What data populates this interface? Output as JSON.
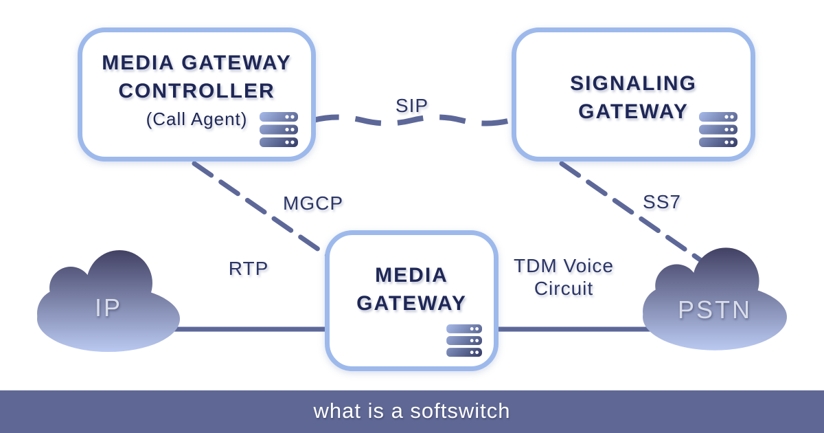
{
  "colors": {
    "background": "#ffffff",
    "box_border": "#9db9ec",
    "title_navy": "#1e2756",
    "label_navy": "#2b3566",
    "line": "#5d6899",
    "cloud_top": "#403f62",
    "cloud_bottom": "#bac9f1",
    "icon_grad_start": "#a9bcec",
    "icon_grad_end": "#2e355e",
    "cloud_label": "#d9dde9",
    "footer_bg": "#5f6894",
    "footer_text": "#ffffff"
  },
  "nodes": {
    "mgc": {
      "title1": "MEDIA GATEWAY",
      "title2": "CONTROLLER",
      "subtitle": "(Call Agent)",
      "icon": "server-icon"
    },
    "sg": {
      "title1": "SIGNALING",
      "title2": "GATEWAY",
      "icon": "server-icon"
    },
    "mg": {
      "title1": "MEDIA",
      "title2": "GATEWAY",
      "icon": "server-icon"
    }
  },
  "clouds": {
    "ip": {
      "label": "IP"
    },
    "pstn": {
      "label": "PSTN"
    }
  },
  "links": {
    "sip": {
      "label": "SIP",
      "style": "dashed",
      "from": "media-gateway-controller",
      "to": "signaling-gateway"
    },
    "mgcp": {
      "label": "MGCP",
      "style": "dashed",
      "from": "media-gateway-controller",
      "to": "media-gateway"
    },
    "ss7": {
      "label": "SS7",
      "style": "dashed",
      "from": "signaling-gateway",
      "to": "pstn-cloud"
    },
    "rtp": {
      "label": "RTP",
      "style": "solid",
      "from": "ip-cloud",
      "to": "media-gateway"
    },
    "tdm": {
      "label_line1": "TDM Voice",
      "label_line2": "Circuit",
      "style": "solid",
      "from": "media-gateway",
      "to": "pstn-cloud"
    }
  },
  "footer": {
    "caption": "what is a softswitch"
  }
}
